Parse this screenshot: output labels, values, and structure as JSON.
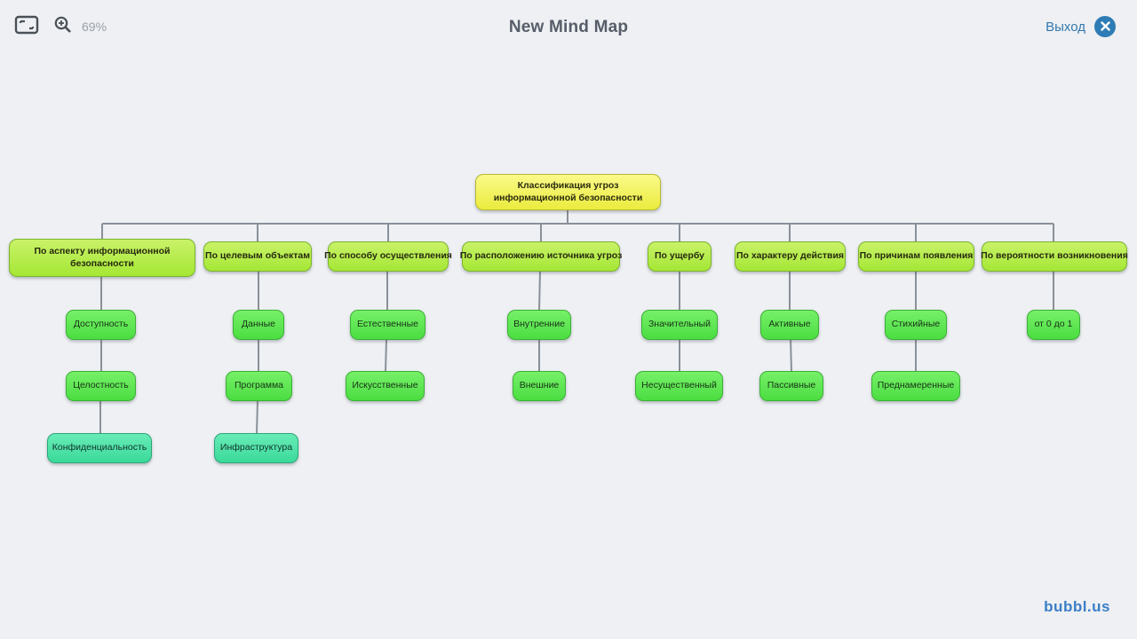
{
  "header": {
    "title": "New Mind Map",
    "zoom_level": "69%",
    "exit_label": "Выход"
  },
  "logo": "bubbl.us",
  "colors": {
    "background": "#eef0f3",
    "accent_blue": "#2e7cb5",
    "root_yellow": "#ebeb3e",
    "branch_green": "#a5e735",
    "child_green": "#4bdd41",
    "grandchild_teal": "#3bd99a",
    "connector_gray": "#8a9098"
  },
  "icons": {
    "fit_screen": "fit-screen-icon",
    "zoom": "zoom-in-magnifier-icon",
    "close": "close-x-icon"
  },
  "mindmap": {
    "root": {
      "label": "Классификация угроз информационной безопасности"
    },
    "branches": [
      {
        "label": "По аспекту информационной безопасности",
        "children": [
          "Доступность",
          "Целостность",
          "Конфиденциальность"
        ]
      },
      {
        "label": "По целевым объектам",
        "children": [
          "Данные",
          "Программа",
          "Инфраструктура"
        ]
      },
      {
        "label": "По способу осуществления",
        "children": [
          "Естественные",
          "Искусственные"
        ]
      },
      {
        "label": "По расположению источника угроз",
        "children": [
          "Внутренние",
          "Внешние"
        ]
      },
      {
        "label": "По ущербу",
        "children": [
          "Значительный",
          "Несущественный"
        ]
      },
      {
        "label": "По характеру действия",
        "children": [
          "Активные",
          "Пассивные"
        ]
      },
      {
        "label": "По причинам появления",
        "children": [
          "Стихийные",
          "Преднамеренные"
        ]
      },
      {
        "label": "По вероятности возникновения",
        "children": [
          "от 0 до 1"
        ]
      }
    ]
  }
}
